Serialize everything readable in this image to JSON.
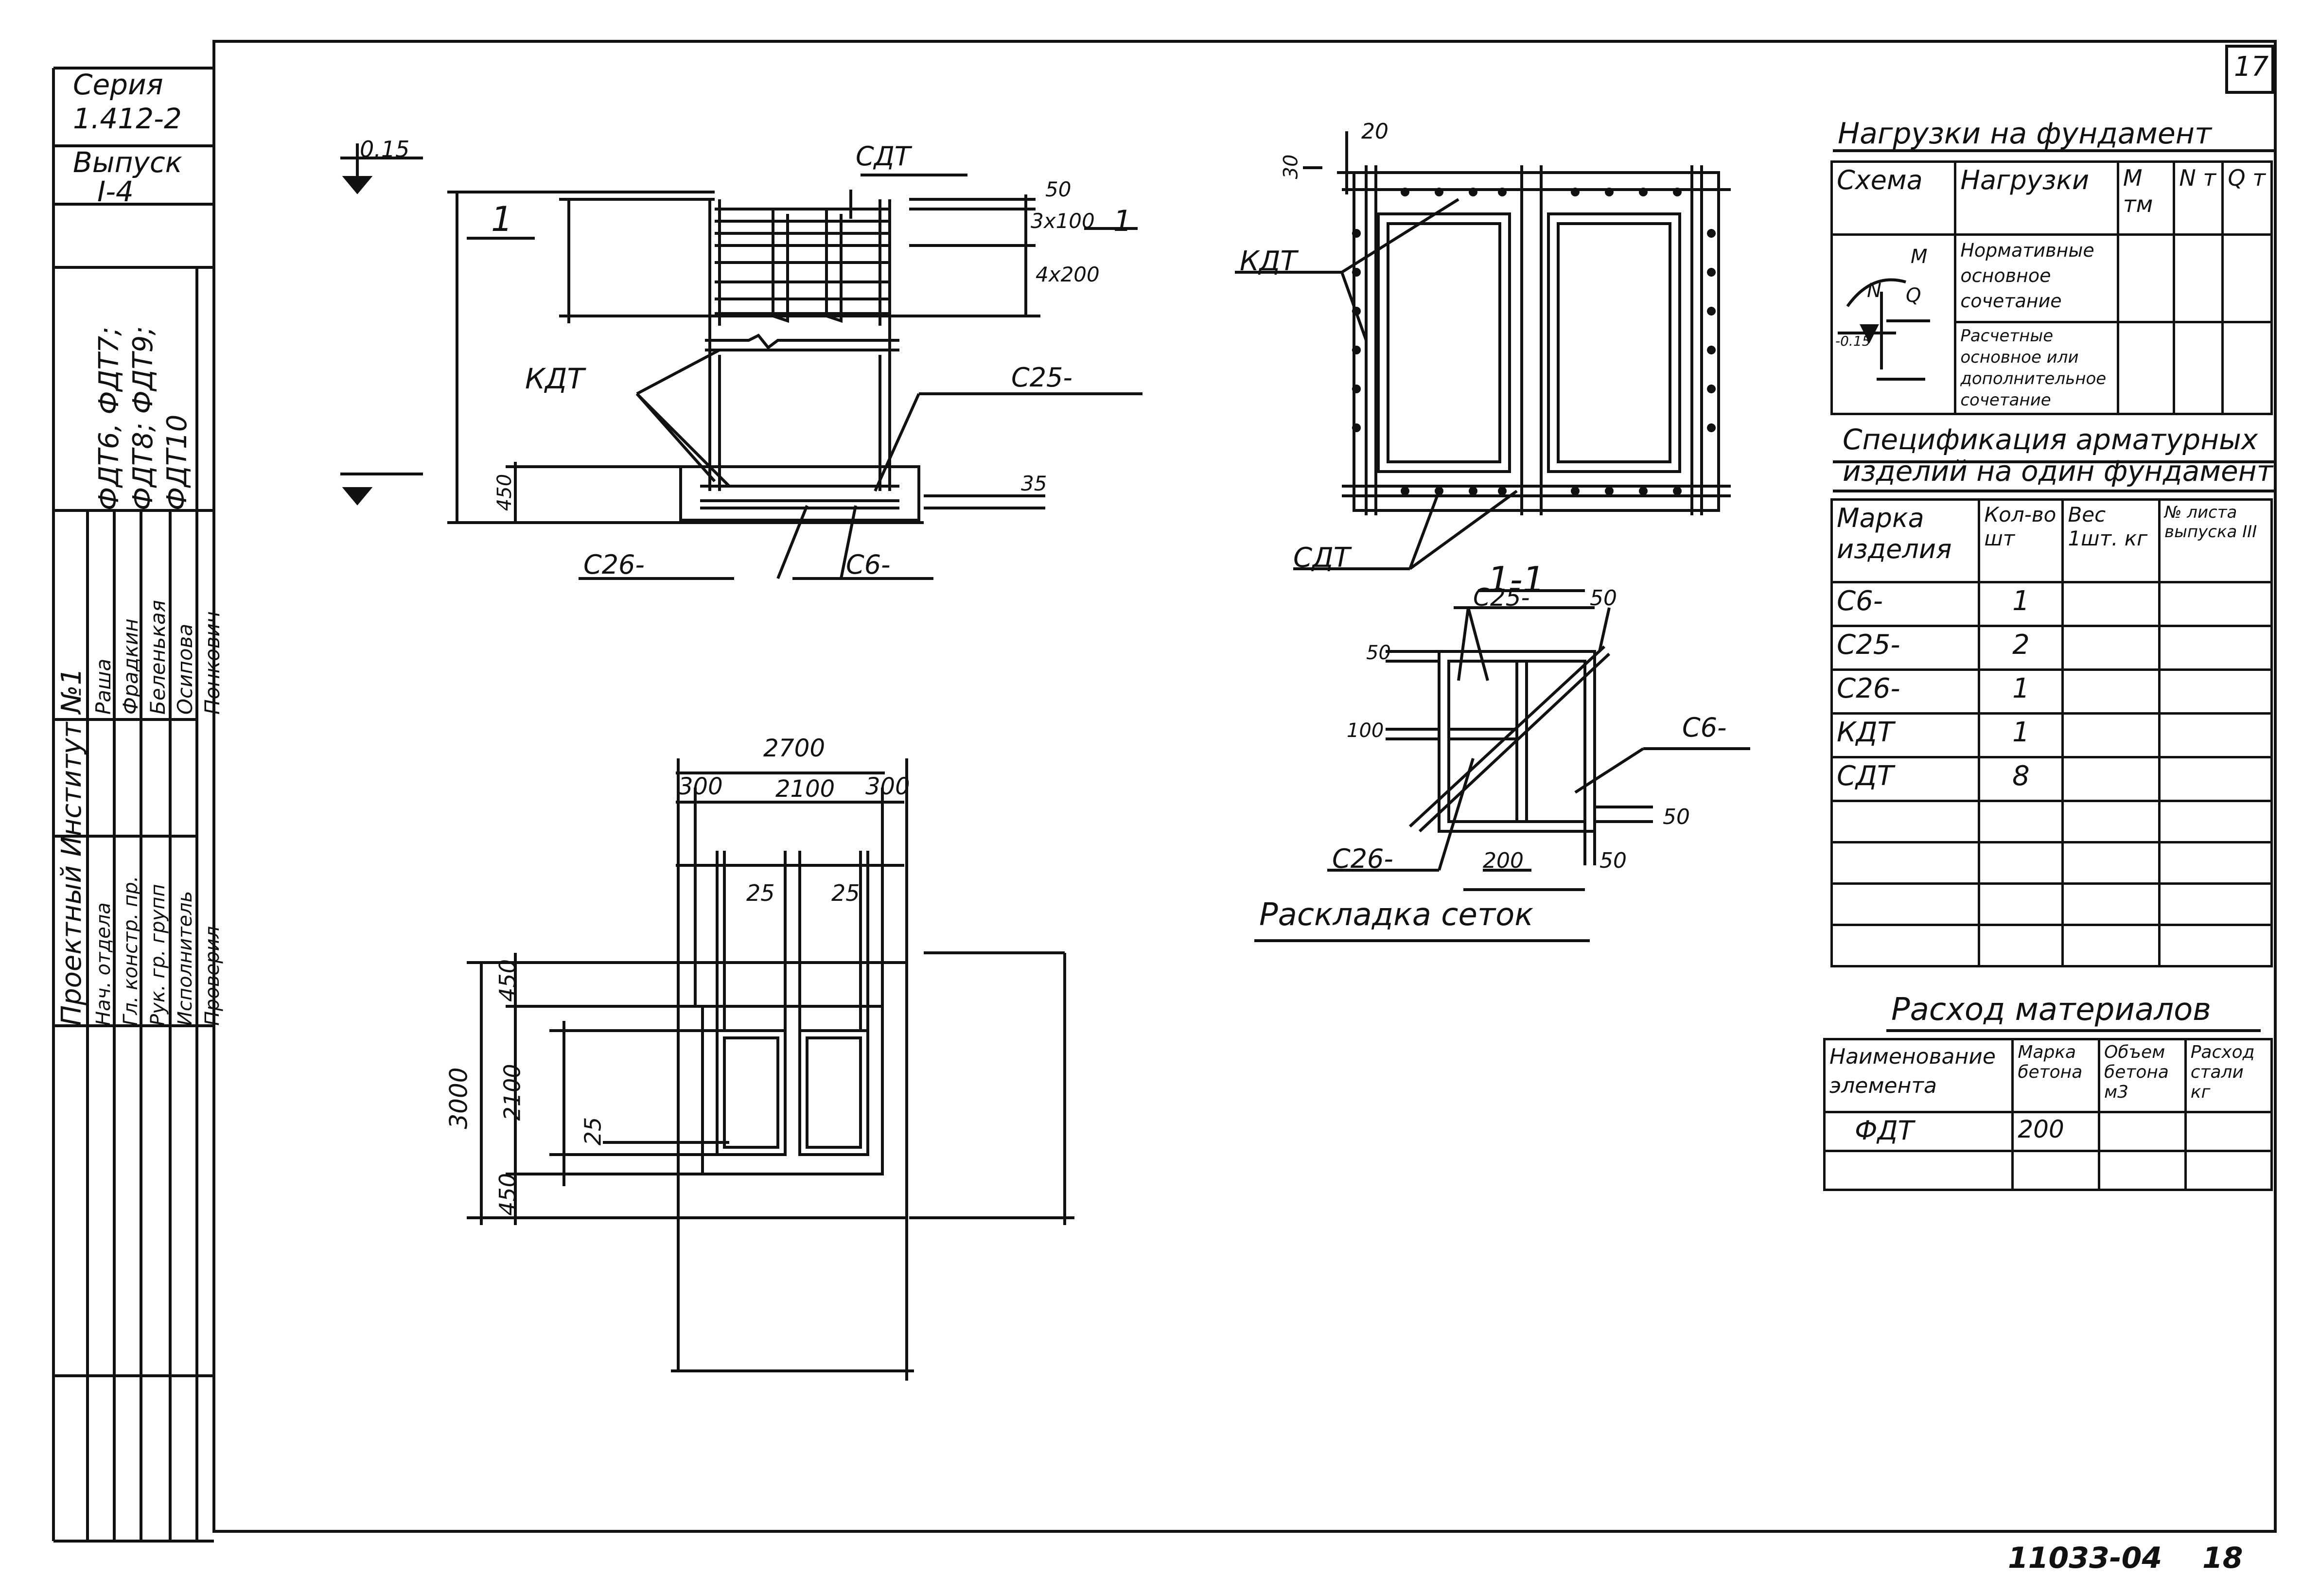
{
  "sheet": {
    "page_number": "17",
    "footer_code": "11033-04",
    "footer_page": "18"
  },
  "stamp": {
    "series_label": "Серия",
    "series_value": "1.412-2",
    "issue_label": "Выпуск",
    "issue_value": "I-4",
    "marks_line1": "ФДТ6, ФДТ7;",
    "marks_line2": "ФДТ8; ФДТ9;",
    "marks_line3": "ФДТ10",
    "institute": "Проектный Институт №1",
    "roles": [
      "Нач. отдела",
      "Гл. констр. пр.",
      "Рук. гр. групп",
      "Исполнитель",
      "Проверил"
    ],
    "names": [
      "Раша",
      "Фрадкин",
      "Беленькая",
      "Осипова",
      "Понкович"
    ]
  },
  "drawing": {
    "elev_015": "0.15",
    "label_sdt": "СДТ",
    "label_kdt": "КДТ",
    "section_mark": "1",
    "label_c25": "С25-",
    "label_c26": "С26-",
    "label_c6": "С6-",
    "dim_50": "50",
    "dim_3x100": "3x100",
    "dim_4x200": "4x200",
    "dim_450": "450",
    "dim_35": "35",
    "dim_20": "20",
    "dim_30": "30",
    "plan_2700": "2700",
    "plan_300a": "300",
    "plan_2100": "2100",
    "plan_300b": "300",
    "plan_25a": "25",
    "plan_25b": "25",
    "plan_3000": "3000",
    "plan_450a": "450",
    "plan_2100v": "2100",
    "plan_450b": "450",
    "plan_25c": "25",
    "sec_title": "1-1",
    "sec_c25": "С25-",
    "sec_50a": "50",
    "sec_50b": "50",
    "sec_100": "100",
    "sec_c6": "С6-",
    "sec_c26": "С26-",
    "sec_200": "200",
    "sec_50c": "50",
    "sec_50d": "50",
    "layout_caption": "Раскладка сеток"
  },
  "loads": {
    "title": "Нагрузки на фундамент",
    "headers": [
      "Схема",
      "Нагрузки",
      "M тм",
      "N т",
      "Q т"
    ],
    "row1": "Нормативные основное сочетание",
    "row2": "Расчетные основное или дополнительное сочетание",
    "scheme_m": "M",
    "scheme_n": "N",
    "scheme_q": "Q",
    "scheme_elev": "-0.15"
  },
  "spec": {
    "title_line1": "Спецификация арматурных",
    "title_line2": "изделий на один фундамент",
    "headers": [
      "Марка изделия",
      "Кол-во шт",
      "Вес 1шт. кг",
      "№ листа выпуска III"
    ],
    "rows": [
      [
        "С6-",
        "1",
        "",
        ""
      ],
      [
        "С25-",
        "2",
        "",
        ""
      ],
      [
        "С26-",
        "1",
        "",
        ""
      ],
      [
        "КДТ",
        "1",
        "",
        ""
      ],
      [
        "СДТ",
        "8",
        "",
        ""
      ],
      [
        "",
        "",
        "",
        ""
      ],
      [
        "",
        "",
        "",
        ""
      ],
      [
        "",
        "",
        "",
        ""
      ],
      [
        "",
        "",
        "",
        ""
      ]
    ]
  },
  "materials": {
    "title": "Расход материалов",
    "headers": [
      "Наименование элемента",
      "Марка бетона",
      "Объем бетона м3",
      "Расход стали кг"
    ],
    "rows": [
      [
        "ФДТ",
        "200",
        "",
        ""
      ],
      [
        "",
        "",
        "",
        ""
      ]
    ]
  }
}
